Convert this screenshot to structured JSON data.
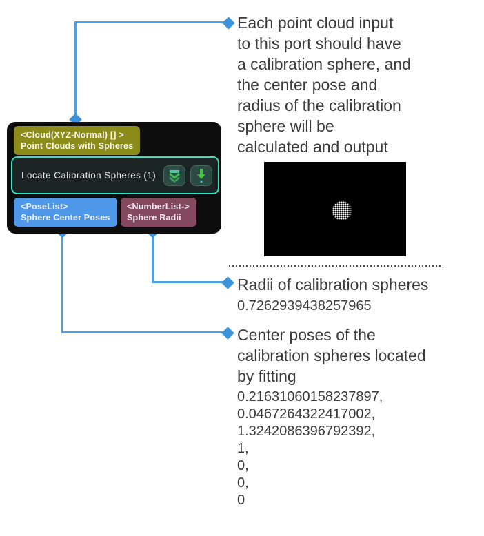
{
  "node": {
    "title": "Locate Calibration Spheres (1)",
    "input_port": {
      "type": "<Cloud(XYZ-Normal) [] >",
      "label": "Point Clouds with Spheres",
      "color": "#8c8c1b"
    },
    "buttons": [
      {
        "icon": "double-chevron-down-icon"
      },
      {
        "icon": "arrow-down-icon"
      }
    ],
    "output_ports": [
      {
        "type": "<PoseList>",
        "label": "Sphere Center Poses",
        "color": "#4e97e9"
      },
      {
        "type": "<NumberList->",
        "label": "Sphere Radii",
        "color": "#84495f"
      }
    ]
  },
  "annotations": {
    "input": {
      "lines": [
        "Each point cloud input",
        "to this port should have",
        "a calibration sphere, and",
        "the center pose and",
        "radius of the calibration",
        "sphere will be",
        "calculated and output"
      ]
    },
    "radii": {
      "heading": "Radii of calibration spheres",
      "value": "0.7262939438257965"
    },
    "poses": {
      "heading_lines": [
        "Center poses of the",
        "calibration spheres located",
        "by fitting"
      ],
      "values": [
        "0.21631060158237897,",
        "0.0467264322417002,",
        "1.3242086396792392,",
        "1,",
        "0,",
        "0,",
        "0"
      ]
    }
  },
  "colors": {
    "connector_blue": "#4e9fe0",
    "diamond_blue": "#3b93dc",
    "node_background": "#0d0d0d",
    "selection_teal": "#2fe3c5",
    "icon_green": "#41bd4f",
    "annotation_text": "#3b3b3b"
  }
}
